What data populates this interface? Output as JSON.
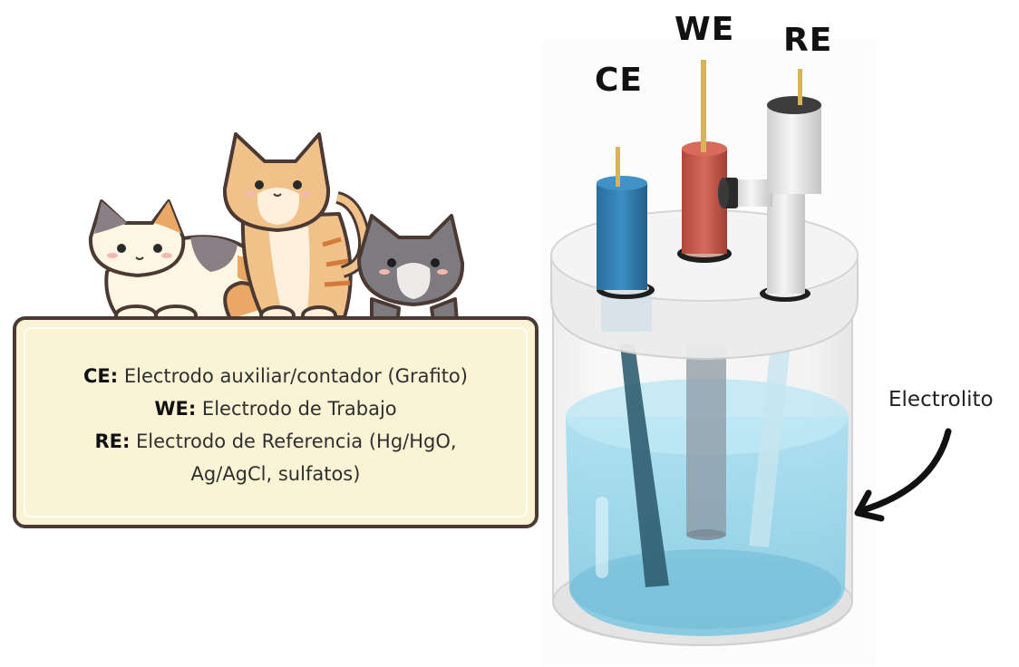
{
  "electrodes": {
    "ce": "CE",
    "we": "WE",
    "re": "RE"
  },
  "legend": [
    {
      "term": "CE:",
      "text": " Electrodo auxiliar/contador (Grafito)"
    },
    {
      "term": "WE:",
      "text": " Electrodo de Trabajo"
    },
    {
      "term": "RE:",
      "text": " Electrodo de Referencia (Hg/HgO,"
    },
    {
      "term": "",
      "text": "Ag/AgCl, sulfatos)"
    }
  ],
  "electrolyte_label": "Electrolito",
  "colors": {
    "ce_rod": "#2f7fb0",
    "we_rod": "#c9584a",
    "re_rod": "#e6e6e6",
    "electrolyte": "#8fd3ea",
    "card_bg": "#fbf3d6",
    "card_border": "#4a3a33"
  }
}
